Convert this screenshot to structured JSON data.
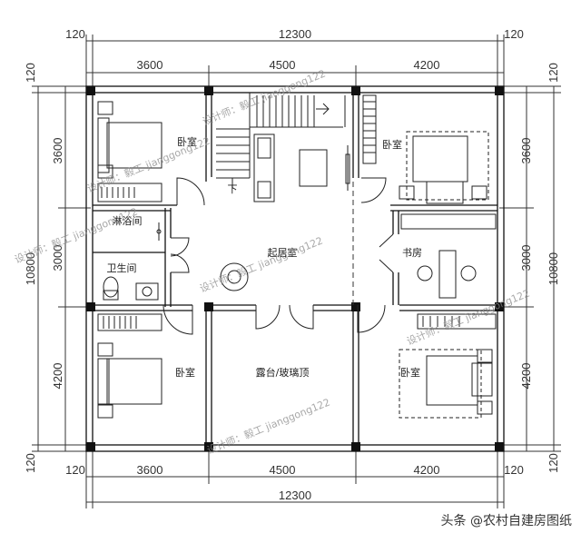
{
  "dimensions": {
    "top_margins": [
      "120",
      "120"
    ],
    "top_total": "12300",
    "top_rooms": [
      "3600",
      "4500",
      "4200"
    ],
    "bottom_margins": [
      "120",
      "120"
    ],
    "bottom_total": "12300",
    "bottom_rooms": [
      "3600",
      "4500",
      "4200"
    ],
    "left_margins": [
      "120",
      "120"
    ],
    "left_total": "10800",
    "left_rooms": [
      "3600",
      "3000",
      "4200"
    ],
    "right_margins": [
      "120",
      "120"
    ],
    "right_total": "10800",
    "right_rooms": [
      "3600",
      "3000",
      "4200"
    ]
  },
  "rooms": {
    "bedroom_top_left": "卧室",
    "bedroom_top_right": "卧室",
    "bedroom_bottom_left": "卧室",
    "bedroom_bottom_right": "卧室",
    "bath_shower": "淋浴间",
    "bath_toilet": "卫生间",
    "living_room": "起居室",
    "study": "书房",
    "terrace": "露台/玻璃顶",
    "stairs_down": "下"
  },
  "watermarks": [
    "设计师：毅工 jianggong122",
    "设计师：毅工 jianggong122",
    "设计师：毅工 jianggong122",
    "设计师：毅工 jianggong122",
    "设计师：毅工 jianggong122",
    "设计师：毅工 jianggong122"
  ],
  "credit": "头条 @农村自建房图纸"
}
